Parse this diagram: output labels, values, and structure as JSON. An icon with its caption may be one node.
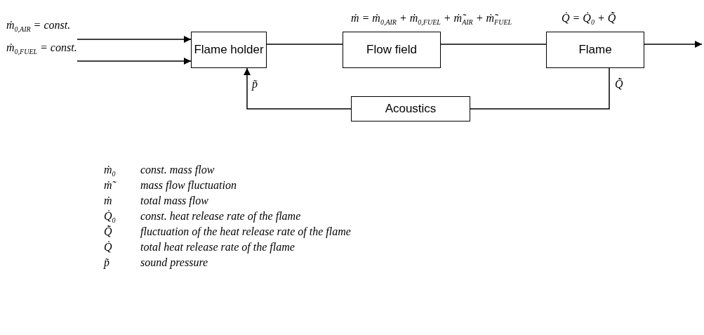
{
  "diagram": {
    "nodes": [
      {
        "text": [
          "Flame holder"
        ]
      },
      {
        "text": [
          "Flow field"
        ]
      },
      {
        "text": [
          "Flame"
        ]
      },
      {
        "text": [
          "Acoustics"
        ]
      }
    ],
    "edges": [
      {
        "from": null,
        "to": 0,
        "arrow": "to",
        "label": "ṁ$_{0,AIR}$ = const."
      },
      {
        "from": null,
        "to": 0,
        "arrow": "to",
        "label": "ṁ$_{0,FUEL}$ = const."
      },
      {
        "from": 0,
        "to": 1,
        "arrow": "none"
      },
      {
        "from": 1,
        "to": 2,
        "arrow": "none"
      },
      {
        "from": 2,
        "to": null,
        "arrow": "to"
      },
      {
        "from": 2,
        "to": 3,
        "arrow": "none",
        "label": "Q̇̃"
      },
      {
        "from": 3,
        "to": 0,
        "arrow": "to",
        "label": "p̃"
      }
    ],
    "labels": [
      "ṁ = ṁ$_{0,AIR}$ + ṁ$_{0,FUEL}$ + ṁ̃$_{AIR}$ + ṁ̃$_{FUEL}$",
      "Q̇ = Q̇$_{0}$ + Q̇̃",
      "ṁ$_{0}$",
      "const. mass flow",
      "ṁ̃",
      "mass flow fluctuation",
      "ṁ",
      "total mass flow",
      "Q̇$_{0}$",
      "const. heat release rate of the flame",
      "Q̇̃",
      "fluctuation of the heat release rate of the flame",
      "Q̇",
      "total heat release rate of the flame",
      "p̃",
      "sound pressure"
    ]
  }
}
